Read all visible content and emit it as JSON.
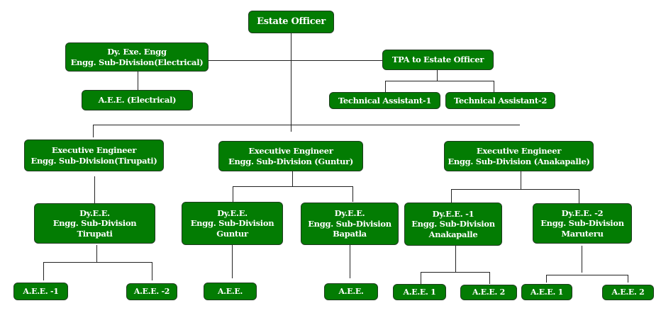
{
  "chart": {
    "root": {
      "label": "Estate Officer"
    },
    "electrical": {
      "head": {
        "line1": "Dy. Exe. Engg",
        "line2": "Engg. Sub-Division(Electrical)"
      },
      "aee": {
        "label": "A.E.E. (Electrical)"
      }
    },
    "tpa": {
      "head": {
        "label": "TPA to Estate Officer"
      },
      "assistants": [
        {
          "label": "Technical Assistant-1"
        },
        {
          "label": "Technical Assistant-2"
        }
      ]
    },
    "divisions": [
      {
        "head": {
          "line1": "Executive Engineer",
          "line2": "Engg. Sub-Division(Tirupati)"
        },
        "subdivisions": [
          {
            "line1": "Dy.E.E.",
            "line2": "Engg. Sub-Division",
            "line3": "Tirupati",
            "aees": [
              {
                "label": "A.E.E. -1"
              },
              {
                "label": "A.E.E. -2"
              }
            ]
          }
        ]
      },
      {
        "head": {
          "line1": "Executive Engineer",
          "line2": "Engg. Sub-Division (Guntur)"
        },
        "subdivisions": [
          {
            "line1": "Dy.E.E.",
            "line2": "Engg. Sub-Division",
            "line3": "Guntur",
            "aees": [
              {
                "label": "A.E.E."
              }
            ]
          },
          {
            "line1": "Dy.E.E.",
            "line2": "Engg. Sub-Division",
            "line3": "Bapatla",
            "aees": [
              {
                "label": "A.E.E."
              }
            ]
          }
        ]
      },
      {
        "head": {
          "line1": "Executive Engineer",
          "line2": "Engg. Sub-Division (Anakapalle)"
        },
        "subdivisions": [
          {
            "line1": "Dy.E.E. -1",
            "line2": "Engg. Sub-Division",
            "line3": "Anakapalle",
            "aees": [
              {
                "label": "A.E.E. 1"
              },
              {
                "label": "A.E.E. 2"
              }
            ]
          },
          {
            "line1": "Dy.E.E. -2",
            "line2": "Engg. Sub-Division",
            "line3": "Maruteru",
            "aees": [
              {
                "label": "A.E.E. 1"
              },
              {
                "label": "A.E.E. 2"
              }
            ]
          }
        ]
      }
    ],
    "colors": {
      "box_fill": "#037c03",
      "box_border": "#1e3a1e",
      "text": "#ffffff",
      "connector": "#222222"
    }
  }
}
